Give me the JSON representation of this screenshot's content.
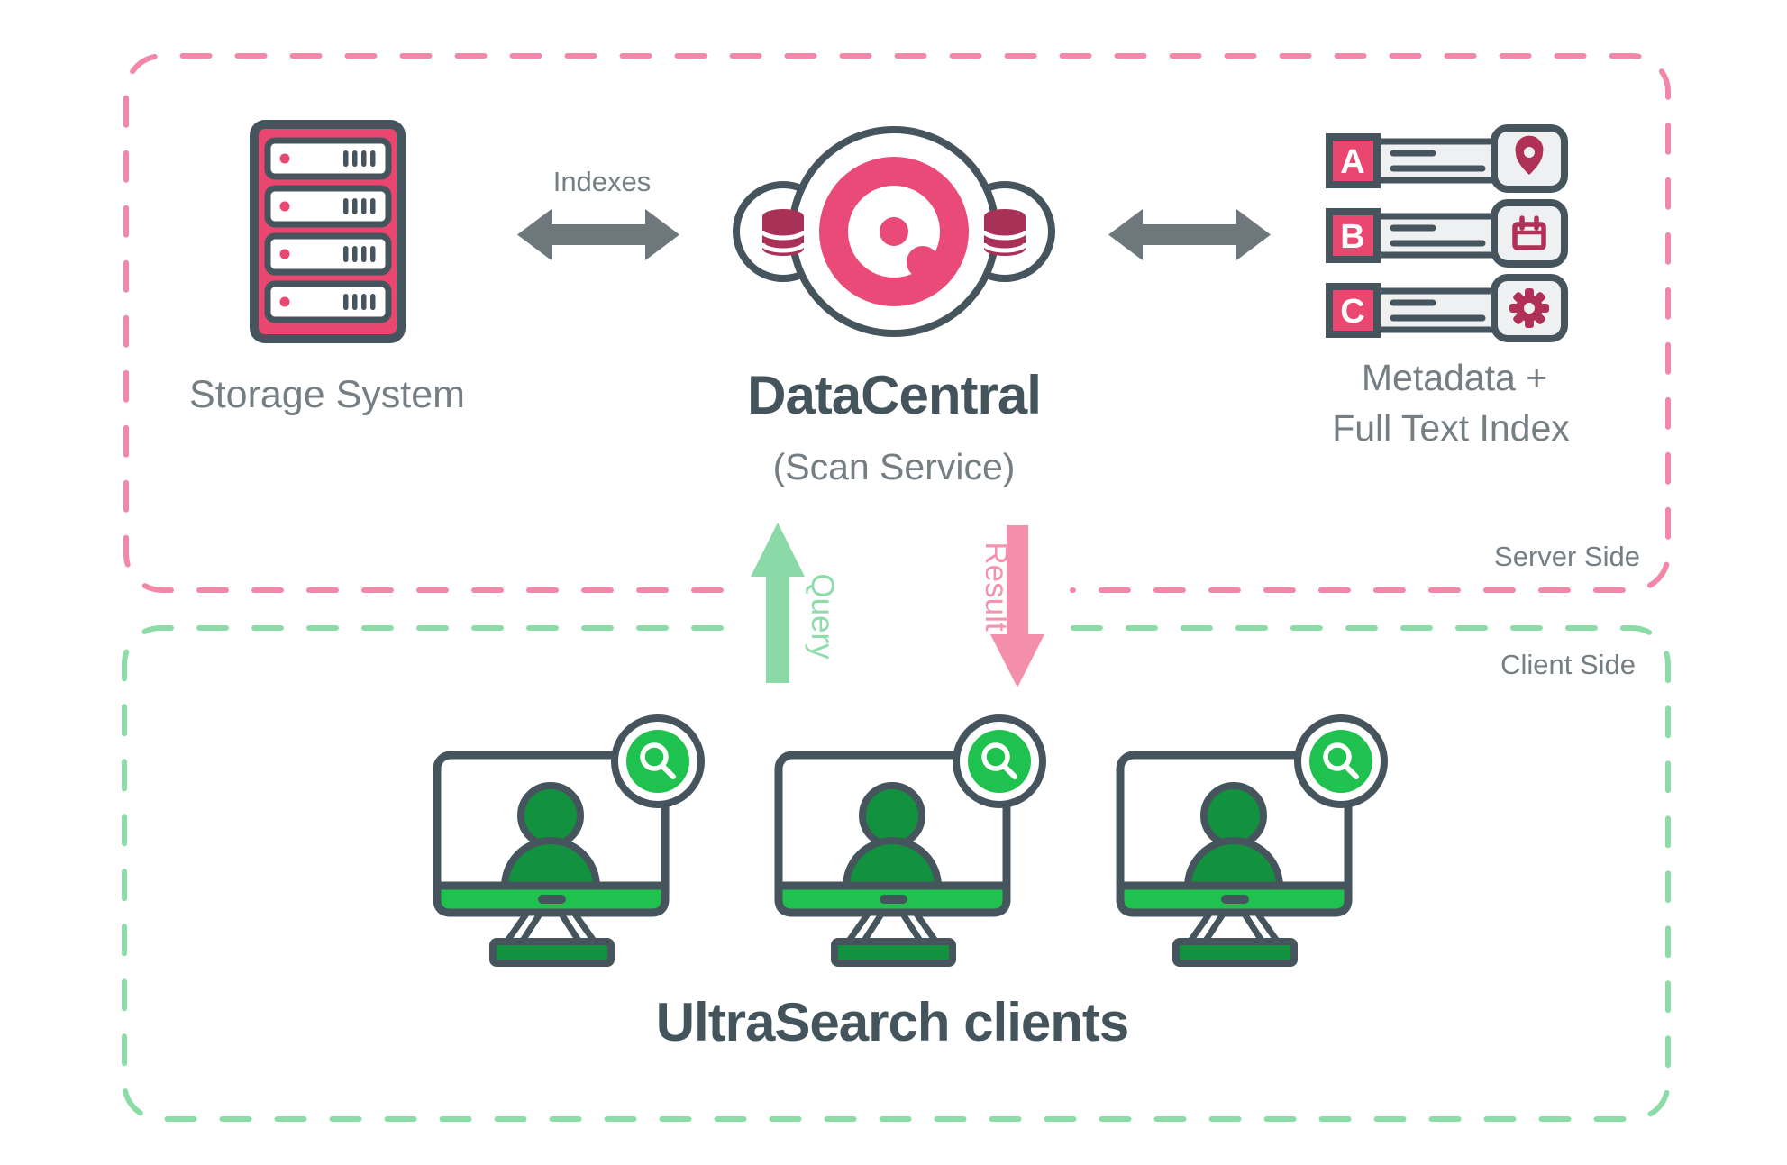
{
  "diagram": {
    "server_side": {
      "label": "Server Side"
    },
    "client_side": {
      "label": "Client Side"
    },
    "storage": {
      "label": "Storage System",
      "icon": "server-rack-icon",
      "slots": 4
    },
    "indexes_link": {
      "label": "Indexes",
      "icon": "double-arrow-icon"
    },
    "datacentral": {
      "title": "DataCentral",
      "subtitle": "(Scan Service)",
      "icon": "datacentral-logo",
      "side_icons": [
        "database-icon",
        "database-icon"
      ]
    },
    "metadata_link": {
      "icon": "double-arrow-icon"
    },
    "metadata": {
      "title_line_1": "Metadata +",
      "title_line_2": "Full Text Index",
      "items": [
        {
          "letter": "A",
          "icon": "location-pin-icon"
        },
        {
          "letter": "B",
          "icon": "calendar-icon"
        },
        {
          "letter": "C",
          "icon": "gear-icon"
        }
      ]
    },
    "flows": {
      "query": {
        "label": "Query",
        "direction": "up"
      },
      "result": {
        "label": "Result",
        "direction": "down"
      }
    },
    "clients": {
      "label": "UltraSearch clients",
      "count": 3,
      "icons": [
        "user-icon",
        "search-icon"
      ]
    }
  },
  "colors": {
    "pink": "#E9476F",
    "logo_pink": "#EA4A78",
    "dark_red": "#B03158",
    "pink_dash": "#F287A8",
    "result_pink": "#F48FAB",
    "green_dash": "#8CDCA8",
    "query_green": "#8BD9A6",
    "bright_green": "#1FC24E",
    "dark_green": "#12913E",
    "slate": "#46555D",
    "arrow_gray": "#6E777C",
    "label_gray": "#757E83",
    "panel_gray": "#EFF0F1"
  }
}
